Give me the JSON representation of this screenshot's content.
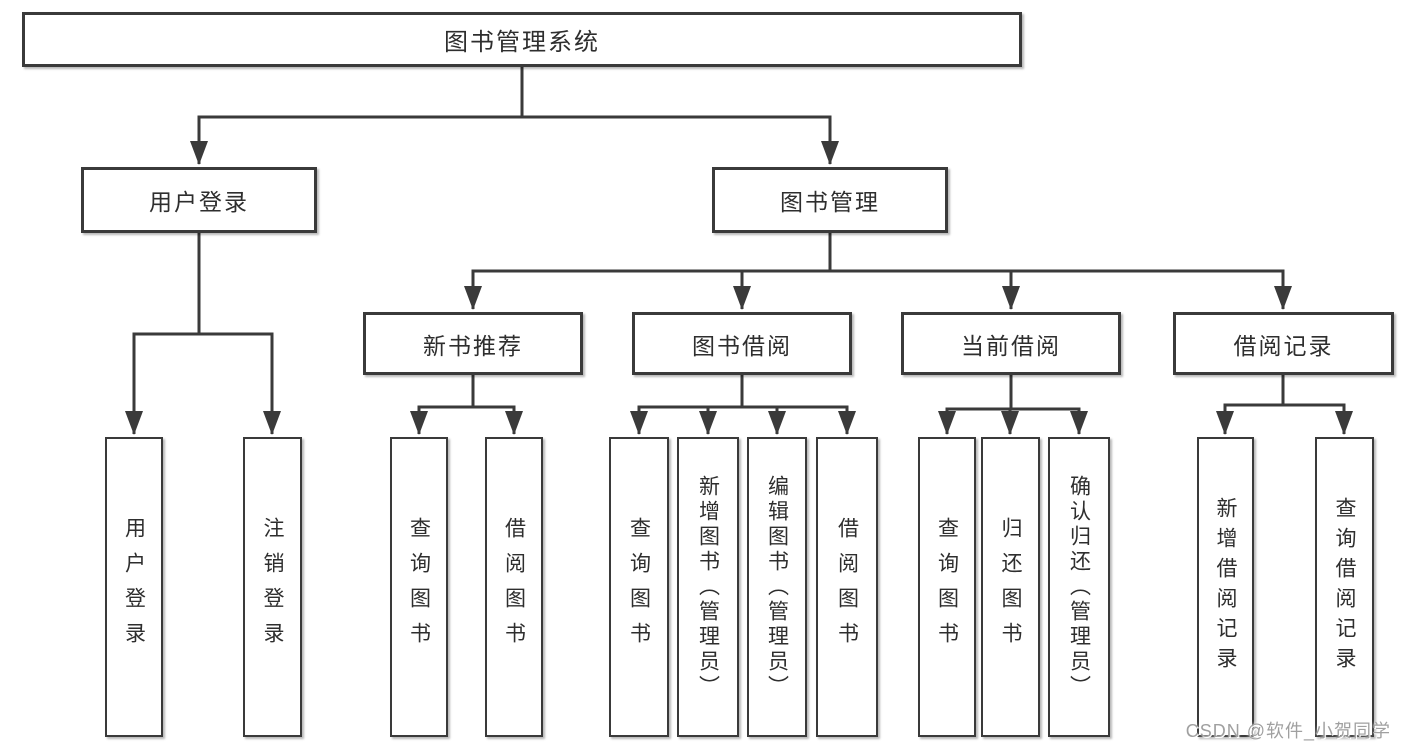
{
  "title": {
    "root": "图书管理系统"
  },
  "nodes": {
    "user_login": "用户登录",
    "book_management": "图书管理",
    "new_book_recommend": "新书推荐",
    "book_borrow": "图书借阅",
    "current_borrow": "当前借阅",
    "borrow_records": "借阅记录"
  },
  "leaves": {
    "user_login": [
      "用户登录",
      "注销登录"
    ],
    "new_book_recommend": [
      "查询图书",
      "借阅图书"
    ],
    "book_borrow": [
      "查询图书",
      "新增图书（管理员）",
      "编辑图书（管理员）",
      "借阅图书"
    ],
    "current_borrow": [
      "查询图书",
      "归还图书",
      "确认归还（管理员）"
    ],
    "borrow_records": [
      "新增借阅记录",
      "查询借阅记录"
    ]
  },
  "watermark": "CSDN @软件_小贺同学",
  "colors": {
    "line": "#3a3a3a",
    "text": "#2e2e2e",
    "watermark": "#a0a0a0",
    "background": "#ffffff"
  }
}
